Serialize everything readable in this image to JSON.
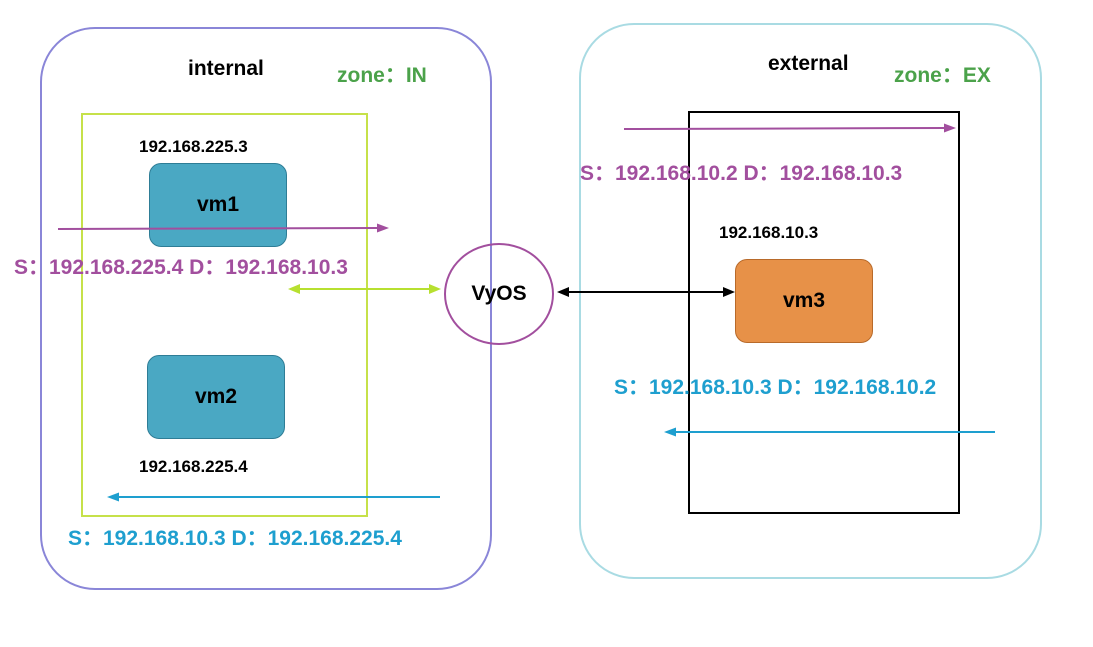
{
  "colors": {
    "internal_border": "#8a86d8",
    "external_border": "#a9dbe3",
    "subnet_border": "#c6e14a",
    "zone_text": "#4ba24a",
    "outbound_flow": "#a24f9e",
    "return_flow": "#1e9fcf",
    "vm_teal": "#4aa8c3",
    "vm_orange": "#e79148",
    "router_border": "#a24f9e"
  },
  "internal": {
    "title": "internal",
    "zone": "zone：IN",
    "vm1": {
      "label": "vm1",
      "ip": "192.168.225.3"
    },
    "vm2": {
      "label": "vm2",
      "ip": "192.168.225.4"
    },
    "flow_out": "S：192.168.225.4 D：192.168.10.3",
    "flow_back": "S：192.168.10.3 D：192.168.225.4"
  },
  "router": {
    "label": "VyOS"
  },
  "external": {
    "title": "external",
    "zone": "zone：EX",
    "vm3": {
      "label": "vm3",
      "ip": "192.168.10.3"
    },
    "flow_in": "S：192.168.10.2 D：192.168.10.3",
    "flow_reply": "S：192.168.10.3 D：192.168.10.2"
  }
}
